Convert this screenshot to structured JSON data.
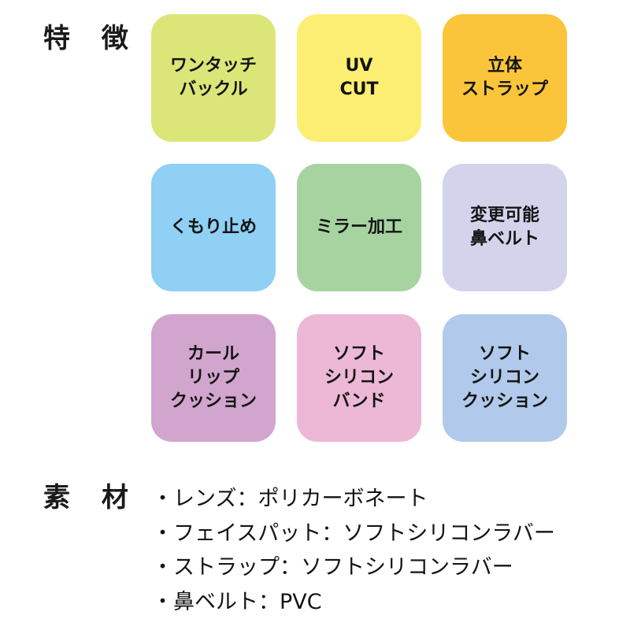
{
  "features": {
    "heading": "特 徴",
    "tiles": [
      {
        "label": "ワンタッチ\nバックル",
        "color": "#dce678"
      },
      {
        "label": "UV\nCUT",
        "color": "#fbee73"
      },
      {
        "label": "立体\nストラップ",
        "color": "#fbc53b"
      },
      {
        "label": "くもり止め",
        "color": "#8fd0f4"
      },
      {
        "label": "ミラー加工",
        "color": "#a6d3a0"
      },
      {
        "label": "変更可能\n鼻ベルト",
        "color": "#d4d3ec"
      },
      {
        "label": "カール\nリップ\nクッション",
        "color": "#d1a5cd"
      },
      {
        "label": "ソフト\nシリコン\nバンド",
        "color": "#ecb8d6"
      },
      {
        "label": "ソフト\nシリコン\nクッション",
        "color": "#b1c9ea"
      }
    ]
  },
  "materials": {
    "heading": "素 材",
    "items": [
      "・レンズ：ポリカーボネート",
      "・フェイスパット：ソフトシリコンラバー",
      "・ストラップ：ソフトシリコンラバー",
      "・鼻ベルト：PVC"
    ]
  }
}
